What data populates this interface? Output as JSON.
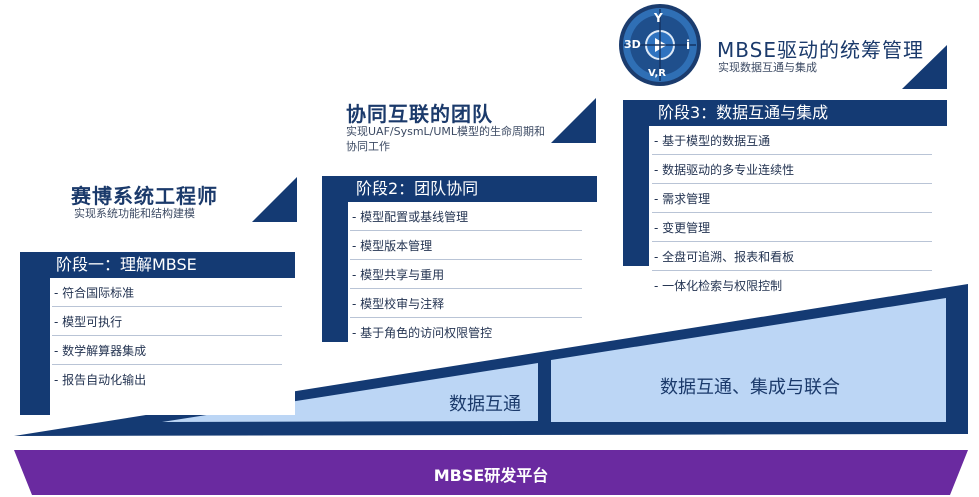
{
  "colors": {
    "navy": "#143a73",
    "light_blue": "#bcd6f5",
    "purple": "#6a2aa0",
    "title_text": "#1b3a6b"
  },
  "stages": [
    {
      "header": "赛博系统工程师",
      "subtitle": "实现系统功能和结构建模",
      "panel_title": "阶段一：理解MBSE",
      "items": [
        "符合国际标准",
        "模型可执行",
        "数学解算器集成",
        "报告自动化输出"
      ]
    },
    {
      "header": "协同互联的团队",
      "subtitle": "实现UAF/SysmL/UML模型的生命周期和协同工作",
      "panel_title": "阶段2：团队协同",
      "items": [
        "模型配置或基线管理",
        "模型版本管理",
        "模型共享与重用",
        "模型校审与注释",
        "基于角色的访问权限管控"
      ]
    },
    {
      "header": "MBSE驱动的统筹管理",
      "subtitle": "实现数据互通与集成",
      "panel_title": "阶段3：数据互通与集成",
      "items": [
        "基于模型的数据互通",
        "数据驱动的多专业连续性",
        "需求管理",
        "变更管理",
        "全盘可追溯、报表和看板",
        "一体化检索与权限控制"
      ]
    }
  ],
  "logo": {
    "top": "Y",
    "left": "3D",
    "right": "i",
    "bottom": "V,R"
  },
  "regions": [
    "数据互通",
    "数据互通、集成与联合"
  ],
  "platform_label": "MBSE研发平台"
}
